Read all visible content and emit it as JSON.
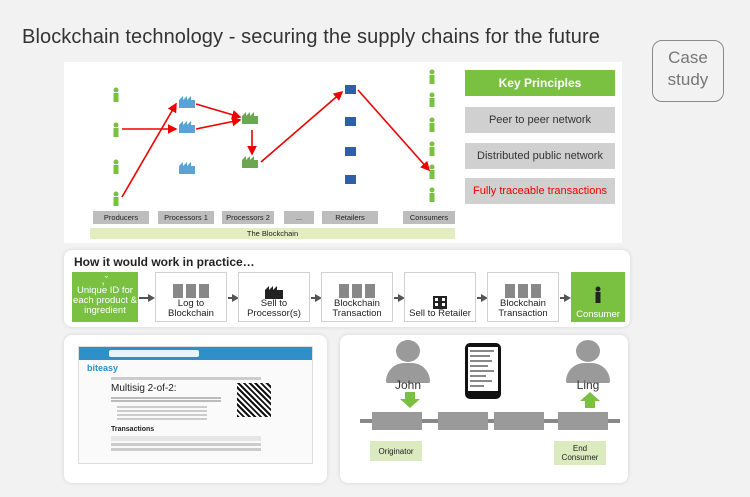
{
  "header": {
    "title": "Blockchain technology - securing the supply chains for the future"
  },
  "badge": {
    "line1": "Case",
    "line2": "study"
  },
  "principles": {
    "title": "Key Principles",
    "items": [
      "Peer to peer network",
      "Distributed public network",
      "Fully traceable transactions"
    ]
  },
  "supply_chain": {
    "lanes": [
      "Producers",
      "Processors 1",
      "Processors 2",
      "...",
      "Retailers",
      "Consumers"
    ],
    "base_label": "The Blockchain"
  },
  "practice": {
    "heading": "How it would work in practice…",
    "steps": [
      {
        "label": "Unique ID for each product & ingredient"
      },
      {
        "label": "Log to Blockchain"
      },
      {
        "label": "Sell to Processor(s)"
      },
      {
        "label": "Blockchain Transaction"
      },
      {
        "label": "Sell to Retailer"
      },
      {
        "label": "Blockchain Transaction"
      },
      {
        "label": "Consumer"
      }
    ]
  },
  "wallet": {
    "brand": "biteasy",
    "multisig_title": "Multisig 2-of-2:",
    "transactions_label": "Transactions"
  },
  "flow": {
    "sender": "John",
    "receiver": "Ling",
    "left_role": "Originator",
    "right_role": "End Consumer"
  },
  "colors": {
    "green": "#7ac142",
    "blue": "#2e8fc9",
    "red": "#e00000",
    "gray": "#d0d0d0"
  }
}
